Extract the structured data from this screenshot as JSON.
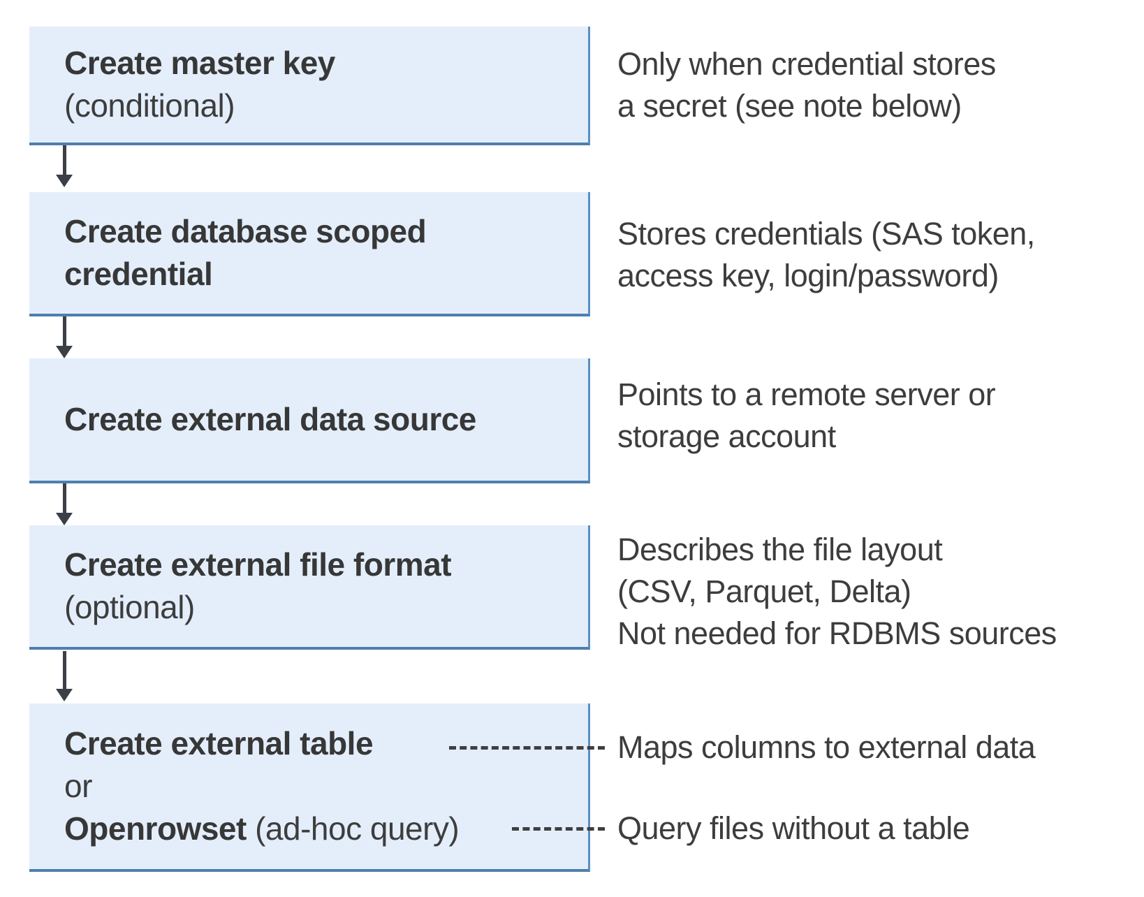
{
  "diagram": {
    "boxes": [
      {
        "title": "Create master key",
        "subtitle": "(conditional)"
      },
      {
        "title": "Create database scoped\ncredential"
      },
      {
        "title": "Create external data source"
      },
      {
        "title": "Create external file format",
        "subtitle": "(optional)"
      },
      {
        "title": "Create external table",
        "or_label": "or",
        "alt_title": "Openrowset",
        "alt_suffix": " (ad-hoc query)"
      }
    ],
    "notes": [
      "Only when credential stores\na secret (see note below)",
      "Stores credentials (SAS token,\naccess key, login/password)",
      "Points to a remote server or\nstorage account",
      "Describes the file layout\n(CSV, Parquet, Delta)\nNot needed for RDBMS sources",
      "Maps columns to external data",
      "Query files without a table"
    ],
    "colors": {
      "box_fill": "#e4eefb",
      "box_border": "#4d7fae",
      "arrow": "#3b3f46",
      "dash": "#3f3f3f",
      "text": "#3d3d3d"
    }
  }
}
